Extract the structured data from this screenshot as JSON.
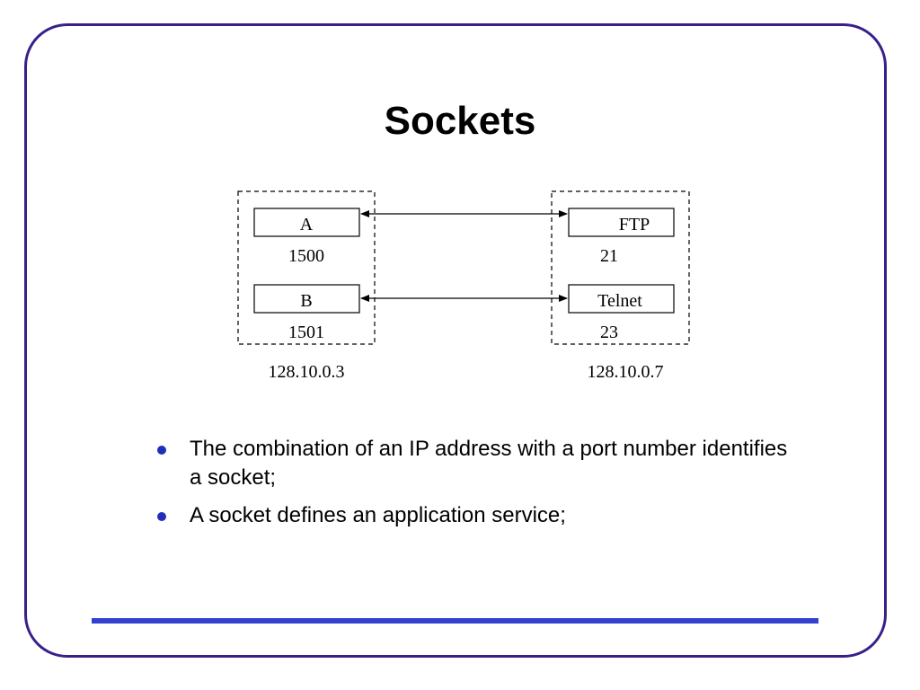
{
  "title": "Sockets",
  "diagram": {
    "left_host": {
      "ip": "128.10.0.3",
      "processes": [
        {
          "label": "A",
          "port": "1500"
        },
        {
          "label": "B",
          "port": "1501"
        }
      ]
    },
    "right_host": {
      "ip": "128.10.0.7",
      "processes": [
        {
          "label": "FTP",
          "port": "21"
        },
        {
          "label": "Telnet",
          "port": "23"
        }
      ]
    }
  },
  "bullets": [
    "The combination of an IP address with a port number identifies a socket;",
    "A socket defines an application service;"
  ],
  "colors": {
    "frame": "#3a1f8a",
    "bullet": "#1f2fb8",
    "footer_bar": "#3340d0"
  }
}
